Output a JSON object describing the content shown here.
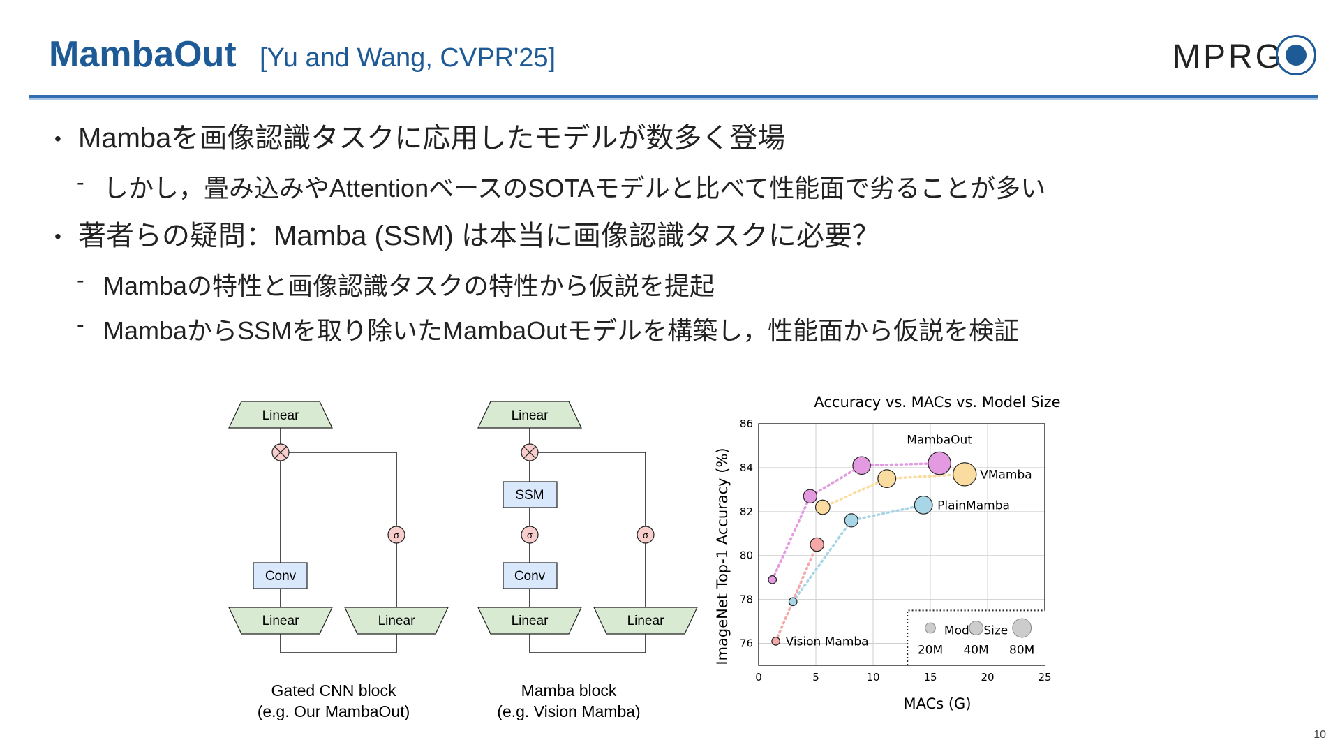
{
  "header": {
    "title": "MambaOut",
    "subtitle": "[Yu and Wang, CVPR'25]",
    "logo_text": "MPRG",
    "accent_color": "#1d5a96"
  },
  "bullets": [
    {
      "level": 1,
      "text": "Mambaを画像認識タスクに応用したモデルが数多く登場"
    },
    {
      "level": 2,
      "text": "しかし，畳み込みやAttentionベースのSOTAモデルと比べて性能面で劣ることが多い"
    },
    {
      "level": 1,
      "text": "著者らの疑問：Mamba (SSM) は本当に画像認識タスクに必要？"
    },
    {
      "level": 2,
      "text": "Mambaの特性と画像認識タスクの特性から仮説を提起"
    },
    {
      "level": 2,
      "text": "MambaからSSMを取り除いたMambaOutモデルを構築し，性能面から仮説を検証"
    }
  ],
  "diagram": {
    "left_block": {
      "top_linear": "Linear",
      "conv": "Conv",
      "bottom_linear_left": "Linear",
      "bottom_linear_right": "Linear",
      "gate_symbol": "σ",
      "caption_line1": "Gated CNN block",
      "caption_line2": "(e.g. Our MambaOut)"
    },
    "right_block": {
      "top_linear": "Linear",
      "ssm": "SSM",
      "gate_symbol_left": "σ",
      "gate_symbol_right": "σ",
      "conv": "Conv",
      "bottom_linear_left": "Linear",
      "bottom_linear_right": "Linear",
      "caption_line1": "Mamba block",
      "caption_line2": "(e.g. Vision Mamba)"
    }
  },
  "chart_data": {
    "type": "scatter",
    "title": "Accuracy vs. MACs vs. Model Size",
    "xlabel": "MACs (G)",
    "ylabel": "ImageNet Top-1 Accuracy (%)",
    "xlim": [
      0,
      25
    ],
    "ylim": [
      75,
      86
    ],
    "xticks": [
      0,
      5,
      10,
      15,
      20,
      25
    ],
    "yticks": [
      76,
      78,
      80,
      82,
      84,
      86
    ],
    "grid": true,
    "series": [
      {
        "name": "MambaOut",
        "color": "#e39ae0",
        "points": [
          {
            "x": 1.2,
            "y": 78.9,
            "size": 7
          },
          {
            "x": 4.5,
            "y": 82.7,
            "size": 26
          },
          {
            "x": 9.0,
            "y": 84.1,
            "size": 49
          },
          {
            "x": 15.8,
            "y": 84.2,
            "size": 85
          }
        ]
      },
      {
        "name": "VMamba",
        "color": "#fbdca0",
        "points": [
          {
            "x": 5.6,
            "y": 82.2,
            "size": 30
          },
          {
            "x": 11.2,
            "y": 83.5,
            "size": 50
          },
          {
            "x": 18.0,
            "y": 83.7,
            "size": 89
          }
        ]
      },
      {
        "name": "PlainMamba",
        "color": "#a9d6e6",
        "points": [
          {
            "x": 3.0,
            "y": 77.9,
            "size": 7
          },
          {
            "x": 8.1,
            "y": 81.6,
            "size": 25
          },
          {
            "x": 14.4,
            "y": 82.3,
            "size": 50
          }
        ]
      },
      {
        "name": "Vision Mamba",
        "color": "#f5a8a8",
        "points": [
          {
            "x": 1.5,
            "y": 76.1,
            "size": 7
          },
          {
            "x": 5.1,
            "y": 80.5,
            "size": 26
          }
        ]
      }
    ],
    "size_legend": {
      "title": "Model Size",
      "labels": [
        "20M",
        "40M",
        "80M"
      ],
      "sizes": [
        20,
        40,
        80
      ]
    }
  },
  "page_number": "10"
}
